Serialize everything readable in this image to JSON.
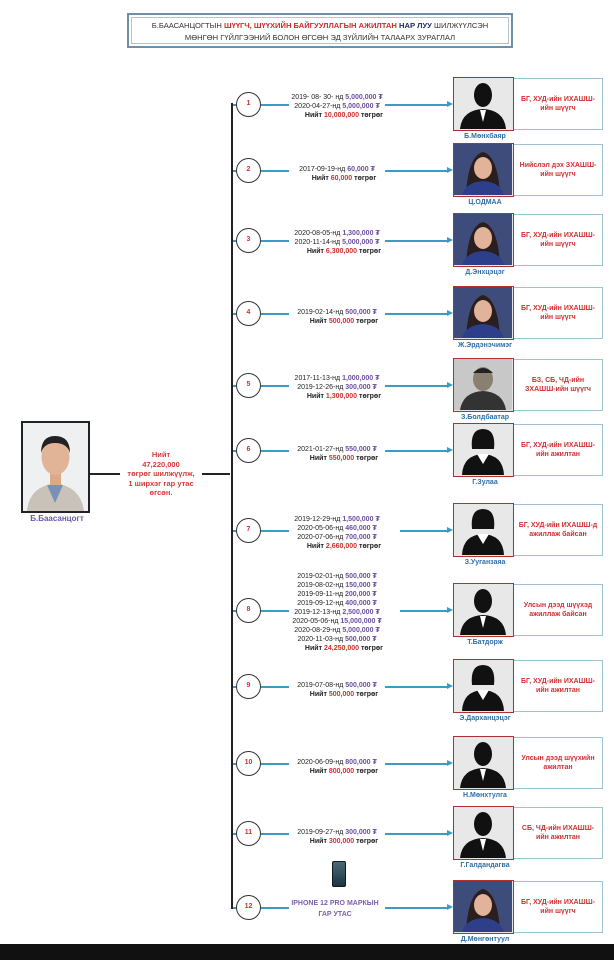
{
  "title": {
    "line1_a": "Б.БААСАНЦОГТЫН ",
    "line1_b": "ШҮҮГЧ, ШҮҮХИЙН БАЙГУУЛЛАГЫН АЖИЛТАН",
    "line1_c": " НАР ЛУУ",
    "line1_d": " ШИЛЖҮҮЛСЭН",
    "line2": "МӨНГӨН ГҮЙЛГЭЭНИЙ БОЛОН ӨГСӨН ЭД ЗҮЙЛИЙН ТАЛААРХ ЗУРАГЛАЛ"
  },
  "source": {
    "name": "Б.Баасанцогт",
    "summary": [
      "Нийт",
      "47,220,000",
      "төгрөг шилжүүлж,",
      "1 ширхэг гар утас",
      "өгсөн."
    ]
  },
  "labels": {
    "total": "Нийт ",
    "currency": "төгрөг",
    "tugrik": "₮"
  },
  "recipients": [
    {
      "num": "1",
      "tx": [
        [
          "2019- 08- 30- нд ",
          "5,000,000"
        ],
        [
          "2020-04-27-нд ",
          "5,000,000"
        ]
      ],
      "total": "10,000,000",
      "name": "Б.Мөнхбаяр",
      "desc": "БГ, ХУД-ийн ИХАШШ-ийн шүүгч",
      "photo": "male-silhouette"
    },
    {
      "num": "2",
      "tx": [
        [
          "2017-09-19-нд ",
          "60,000"
        ]
      ],
      "total": "60,000",
      "name": "Ц.ОДМАА",
      "desc": "Нийслэл дэх ЗХАШШ-ийн шүүгч",
      "photo": "woman-photo"
    },
    {
      "num": "3",
      "tx": [
        [
          "2020-08-05-нд ",
          "1,300,000"
        ],
        [
          "2020-11-14-нд ",
          "5,000,000"
        ]
      ],
      "total": "6,300,000",
      "name": "Д.Энхцэцэг",
      "desc": "БГ, ХУД-ийн ИХАШШ-ийн шүүгч",
      "photo": "woman-photo"
    },
    {
      "num": "4",
      "tx": [
        [
          "2019-02-14-нд ",
          "500,000"
        ]
      ],
      "total": "500,000",
      "name": "Ж.Эрдэнэчимэг",
      "desc": "БГ, ХУД-ийн ИХАШШ-ийн шүүгч",
      "photo": "woman-photo"
    },
    {
      "num": "5",
      "tx": [
        [
          "2017-11-13-нд ",
          "1,000,000"
        ],
        [
          "2019-12-26-нд ",
          "300,000"
        ]
      ],
      "total": "1,300,000",
      "name": "З.Болдбаатар",
      "desc": "БЗ, СБ, ЧД-ийн ЗХАШШ-ийн шүүгч",
      "photo": "man-photo"
    },
    {
      "num": "6",
      "tx": [
        [
          "2021-01-27-нд ",
          "550,000"
        ]
      ],
      "total": "550,000",
      "name": "Г.Зулаа",
      "desc": "БГ, ХУД-ийн ИХАШШ-ийн ажилтан",
      "photo": "female-silhouette"
    },
    {
      "num": "7",
      "tx": [
        [
          "2019-12-29-нд ",
          "1,500,000"
        ],
        [
          "2020-05-06-нд ",
          "460,000"
        ],
        [
          "2020-07-06-нд ",
          "700,000"
        ]
      ],
      "total": "2,660,000",
      "name": "З.Ууганзаяа",
      "desc": "БГ, ХУД-ийн ИХАШШ-д ажиллаж байсан",
      "photo": "female-silhouette"
    },
    {
      "num": "8",
      "tx": [
        [
          "2019-02-01-нд ",
          "500,000"
        ],
        [
          "2019-08-02-нд ",
          "150,000"
        ],
        [
          "2019-09-11-нд ",
          "200,000"
        ],
        [
          "2019-09-12-нд ",
          "400,000"
        ],
        [
          "2019-12-13-нд ",
          "2,500,000"
        ],
        [
          "2020-05-06-нд ",
          "15,000,000"
        ],
        [
          "2020-08-29-нд ",
          "5,000,000"
        ],
        [
          "2020-11-03-нд ",
          "500,000"
        ]
      ],
      "total": "24,250,000",
      "name": "Т.Батдорж",
      "desc": "Улсын дээд шүүхэд ажиллаж байсан",
      "photo": "male-silhouette"
    },
    {
      "num": "9",
      "tx": [
        [
          "2019-07-08-нд ",
          "500,000"
        ]
      ],
      "total": "500,000",
      "name": "Э.Дарханцэцэг",
      "desc": "БГ, ХУД-ийн ИХАШШ-ийн ажилтан",
      "photo": "female-silhouette"
    },
    {
      "num": "10",
      "tx": [
        [
          "2020-06-09-нд ",
          "800,000"
        ]
      ],
      "total": "800,000",
      "name": "Н.Мөнхтулга",
      "desc": "Улсын дээд шүүхийн ажилтан",
      "photo": "male-silhouette"
    },
    {
      "num": "11",
      "tx": [
        [
          "2019-09-27-нд ",
          "300,000"
        ]
      ],
      "total": "300,000",
      "name": "Г.Галдандагва",
      "desc": "СБ, ЧД-ийн ИХАШШ-ийн ажилтан",
      "photo": "male-silhouette"
    },
    {
      "num": "12",
      "gift": [
        "IPHONE 12 PRO МАРКЫН",
        "ГАР УТАС"
      ],
      "name": "Д.Мөнгөнтуул",
      "desc": "БГ, ХУД-ийн ИХАШШ-ийн шүүгч",
      "photo": "woman-photo"
    }
  ]
}
